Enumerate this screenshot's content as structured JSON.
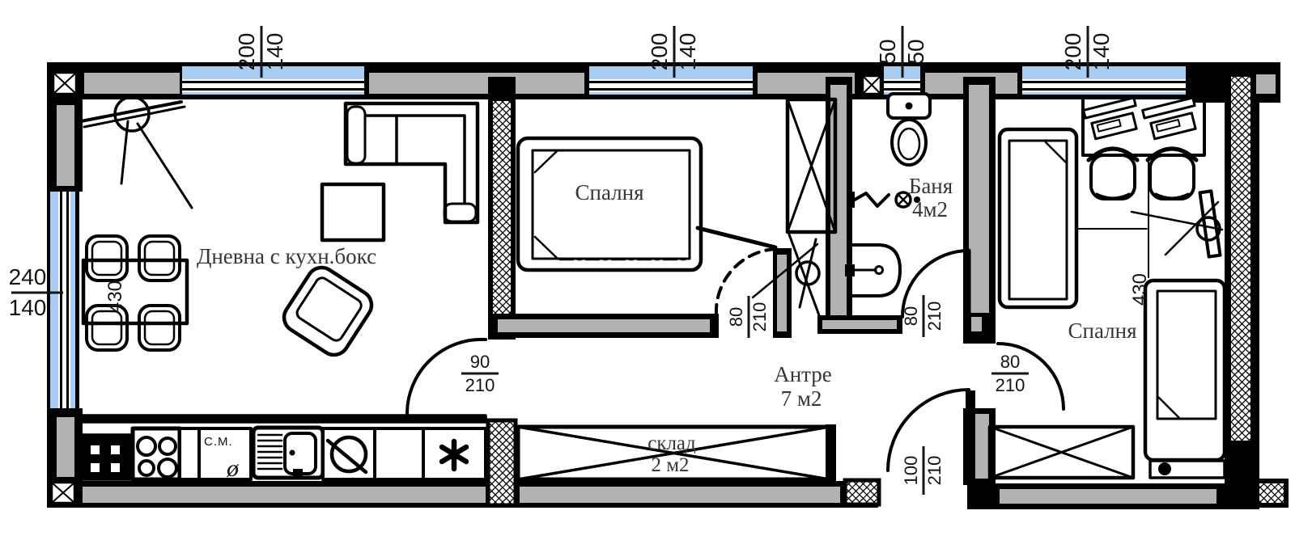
{
  "plan_title": "apartment floor plan",
  "colors": {
    "wall": "#000000",
    "wall_core_gray": "#b2b2b2",
    "window_blue": "#a9cdf2",
    "background": "#ffffff",
    "label_text": "#363636",
    "dim_text": "#141414"
  },
  "rooms": {
    "living": {
      "label": "Дневна с кухн.бокс"
    },
    "bedroom1": {
      "label": "Спалня"
    },
    "bath": {
      "label": "Баня",
      "area": "4м2"
    },
    "hall": {
      "label": "Антре",
      "area": "7 м2"
    },
    "storage": {
      "label": "склад",
      "area": "2 м2"
    },
    "bedroom2": {
      "label": "Спалня"
    }
  },
  "dims": {
    "win_living_top": {
      "num": "200",
      "den": "140"
    },
    "win_bedroom1": {
      "num": "200",
      "den": "140"
    },
    "win_bath": {
      "num": "50",
      "den": "50"
    },
    "win_bedroom2": {
      "num": "200",
      "den": "140"
    },
    "win_living_left": {
      "num": "240",
      "den": "140"
    },
    "table_living": "430",
    "bedroom2_width": "430",
    "door_living": {
      "num": "90",
      "den": "210"
    },
    "door_bedroom1": {
      "num": "80",
      "den": "210"
    },
    "door_bath": {
      "num": "80",
      "den": "210"
    },
    "door_bedroom2": {
      "num": "80",
      "den": "210"
    },
    "door_entry": {
      "num": "100",
      "den": "210"
    }
  },
  "kitchen": {
    "washing_machine": "С.М.",
    "diameter_symbol": "ø"
  }
}
